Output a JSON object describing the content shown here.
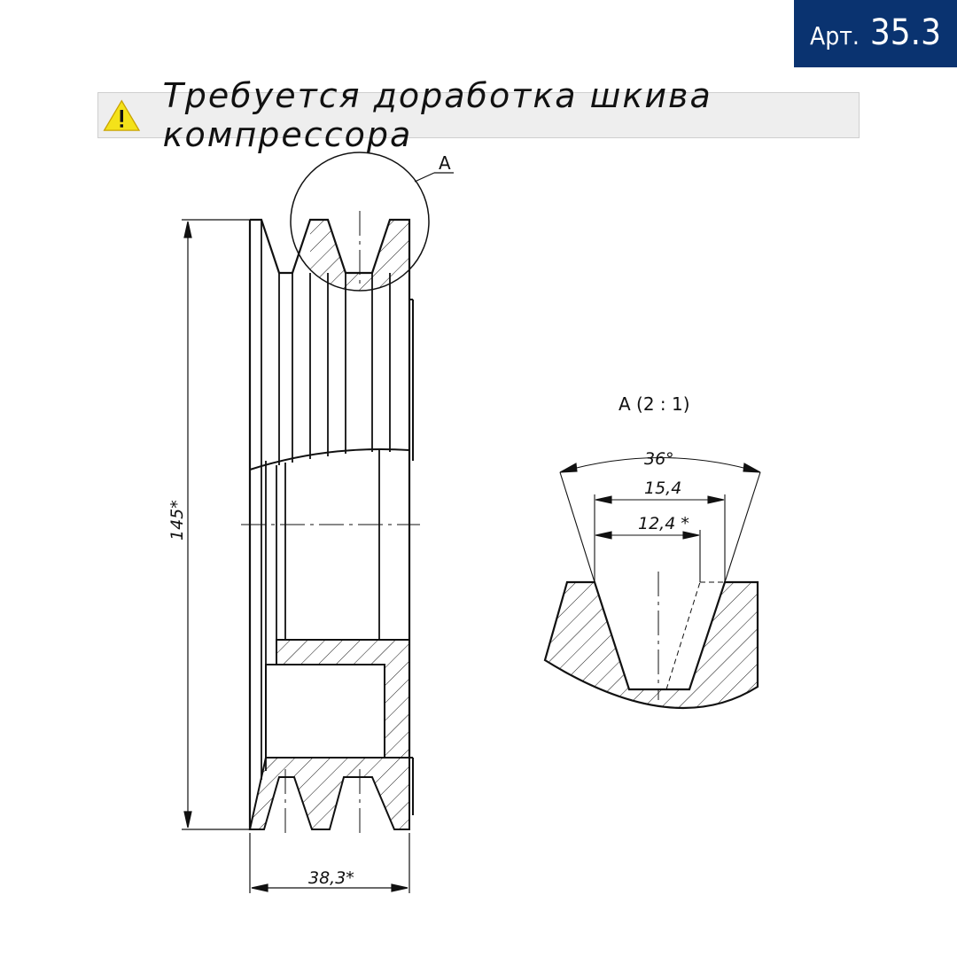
{
  "article": {
    "label": "Арт.",
    "number": "35.3"
  },
  "warning": {
    "icon": "warning-triangle-icon",
    "text": "Требуется доработка шкива компрессора"
  },
  "drawing": {
    "detail_marker": "А",
    "detail_title": "А (2 : 1)",
    "dimensions": {
      "diameter": "145*",
      "width": "38,3*",
      "angle": "36°",
      "groove_outer": "15,4",
      "groove_bottom": "12,4 *"
    }
  },
  "colors": {
    "badge": "#0a3370",
    "warning": "#f4e21a",
    "ink": "#111111"
  }
}
